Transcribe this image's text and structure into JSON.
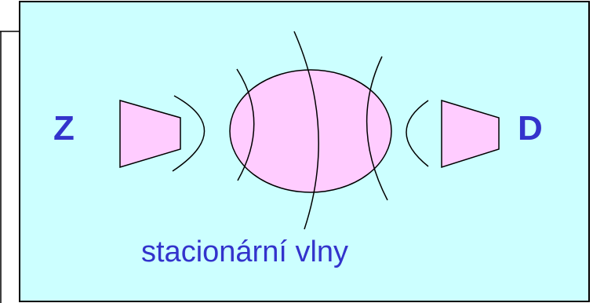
{
  "diagram": {
    "source_label": "Z",
    "detector_label": "D",
    "caption": "stacionární vlny"
  },
  "colors": {
    "panel_fill": "#ccffff",
    "shape_fill": "#ffccff",
    "label_color": "#3333cc",
    "stroke": "#000000"
  }
}
